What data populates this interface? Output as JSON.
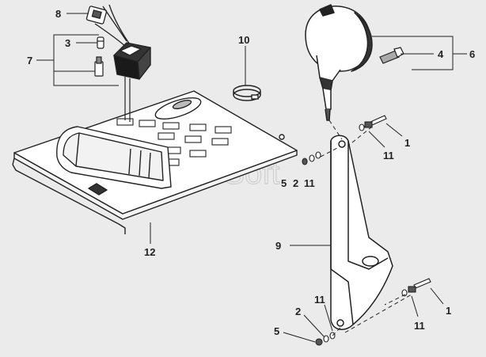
{
  "watermark": "AutoSoft",
  "labels": {
    "l1a": "1",
    "l1b": "1",
    "l2a": "2",
    "l2b": "2",
    "l3": "3",
    "l4": "4",
    "l5a": "5",
    "l5b": "5",
    "l6": "6",
    "l7": "7",
    "l8": "8",
    "l9": "9",
    "l10": "10",
    "l11a": "11",
    "l11b": "11",
    "l11c": "11",
    "l11d": "11",
    "l12": "12"
  }
}
